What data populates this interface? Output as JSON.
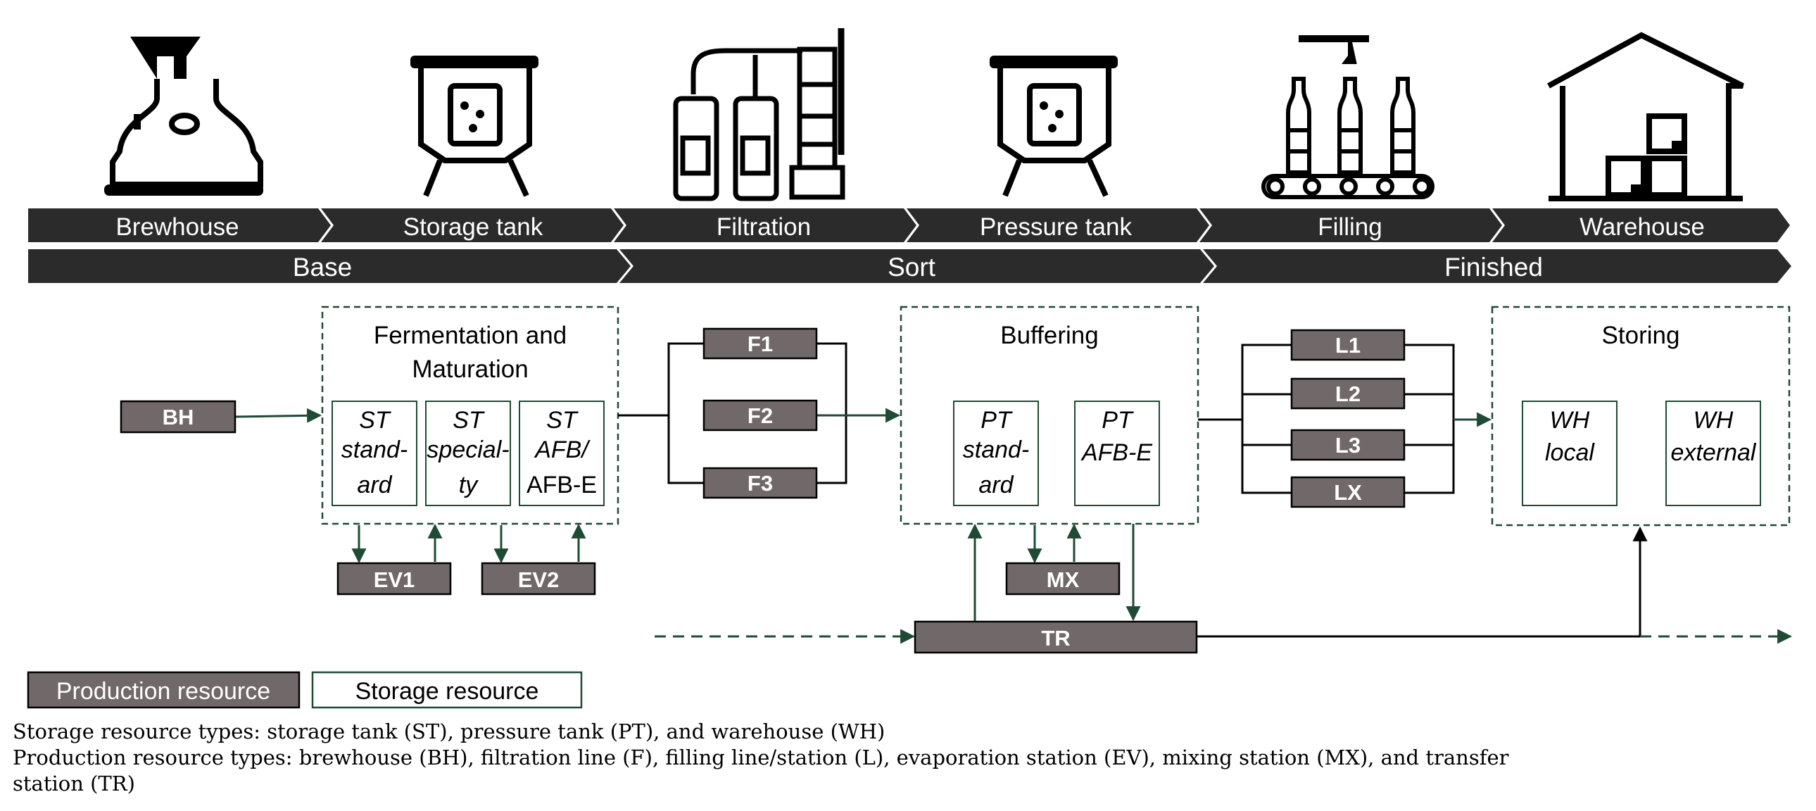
{
  "stages": [
    "Brewhouse",
    "Storage tank",
    "Filtration",
    "Pressure tank",
    "Filling",
    "Warehouse"
  ],
  "phases": [
    "Base",
    "Sort",
    "Finished"
  ],
  "icons": [
    "brewhouse-kettle-icon",
    "storage-tank-icon",
    "filtration-unit-icon",
    "pressure-tank-icon",
    "filling-line-icon",
    "warehouse-icon"
  ],
  "groups": {
    "fermentation": {
      "title_line1": "Fermentation and",
      "title_line2": "Maturation"
    },
    "buffering": {
      "title": "Buffering"
    },
    "storing": {
      "title": "Storing"
    }
  },
  "production_resources": {
    "bh": "BH",
    "f1": "F1",
    "f2": "F2",
    "f3": "F3",
    "ev1": "EV1",
    "ev2": "EV2",
    "mx": "MX",
    "tr": "TR",
    "l1": "L1",
    "l2": "L2",
    "l3": "L3",
    "lx": "LX"
  },
  "storage_resources": {
    "st_standard": [
      "ST",
      "stand-",
      "ard"
    ],
    "st_specialty": [
      "ST",
      "special-",
      "ty"
    ],
    "st_afb": [
      "ST",
      "AFB/",
      "AFB-E"
    ],
    "pt_standard": [
      "PT",
      "stand-",
      "ard"
    ],
    "pt_afb": [
      "PT",
      "AFB-E"
    ],
    "wh_local": [
      "WH",
      "local"
    ],
    "wh_external": [
      "WH",
      "external"
    ]
  },
  "legend": {
    "production": "Production resource",
    "storage": "Storage resource"
  },
  "caption": {
    "line1": "Storage resource types: storage tank (ST), pressure tank (PT), and warehouse (WH)",
    "line2": "Production resource types: brewhouse (BH), filtration line (F), filling line/station (L), evaporation station (EV), mixing station (MX), and transfer",
    "line3": "station (TR)"
  },
  "colors": {
    "banner": "#2b2b2b",
    "resource": "#706869",
    "flow": "#1f4a33",
    "box_border": "#1f4a33"
  }
}
